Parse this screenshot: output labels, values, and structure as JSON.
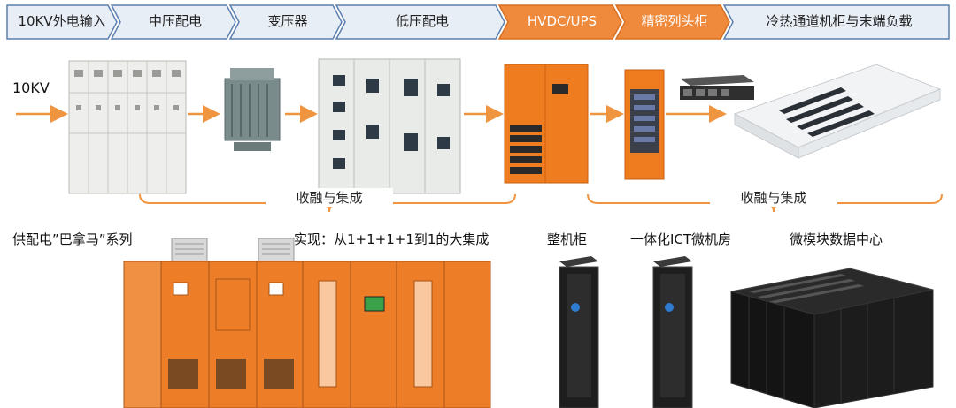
{
  "process_flow": {
    "steps": [
      {
        "label": "10KV外电输入",
        "highlight": false
      },
      {
        "label": "中压配电",
        "highlight": false
      },
      {
        "label": "变压器",
        "highlight": false
      },
      {
        "label": "低压配电",
        "highlight": false
      },
      {
        "label": "HVDC/UPS",
        "highlight": true
      },
      {
        "label": "精密列头柜",
        "highlight": true
      },
      {
        "label": "冷热通道机柜与末端负载",
        "highlight": false
      }
    ],
    "colors": {
      "normal_fill": "#e8eef6",
      "normal_stroke": "#5b7fae",
      "highlight_fill": "#ef8a3c",
      "arrow": "#f0953f"
    }
  },
  "input_label": "10KV",
  "left_group": {
    "brace_label": "收融与集成",
    "series_label": "供配电”巴拿马”系列",
    "integration_label": "实现：从1+1+1+1到1的大集成"
  },
  "right_group": {
    "brace_label": "收融与集成",
    "products": [
      "整机柜",
      "一体化ICT微机房",
      "微模块数据中心"
    ]
  }
}
